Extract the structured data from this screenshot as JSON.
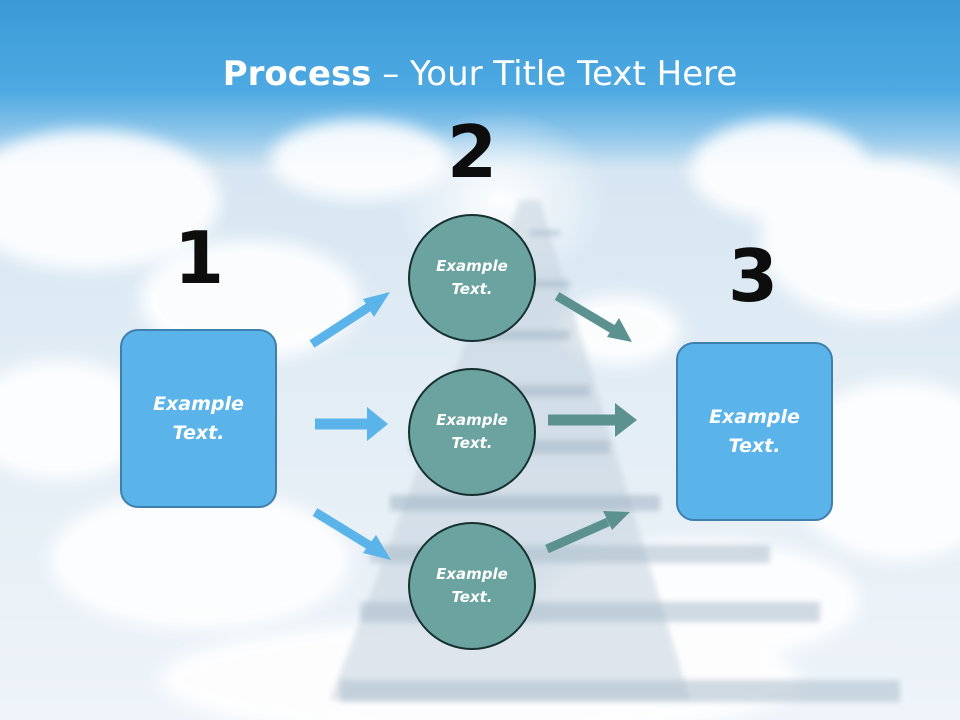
{
  "slide": {
    "title_strong": "Process",
    "title_rest": " – Your Title Text Here",
    "colors": {
      "sky_top": "#3a9ad6",
      "box_fill": "#5ab4ea",
      "circle_fill": "#6aa39f",
      "arrow_left": "#5ab4ea",
      "arrow_right": "#5b9290"
    }
  },
  "steps": [
    {
      "number": "1",
      "text": "Example Text."
    },
    {
      "number": "2",
      "items": [
        "Example Text.",
        "Example Text.",
        "Example Text."
      ]
    },
    {
      "number": "3",
      "text": "Example Text."
    }
  ]
}
